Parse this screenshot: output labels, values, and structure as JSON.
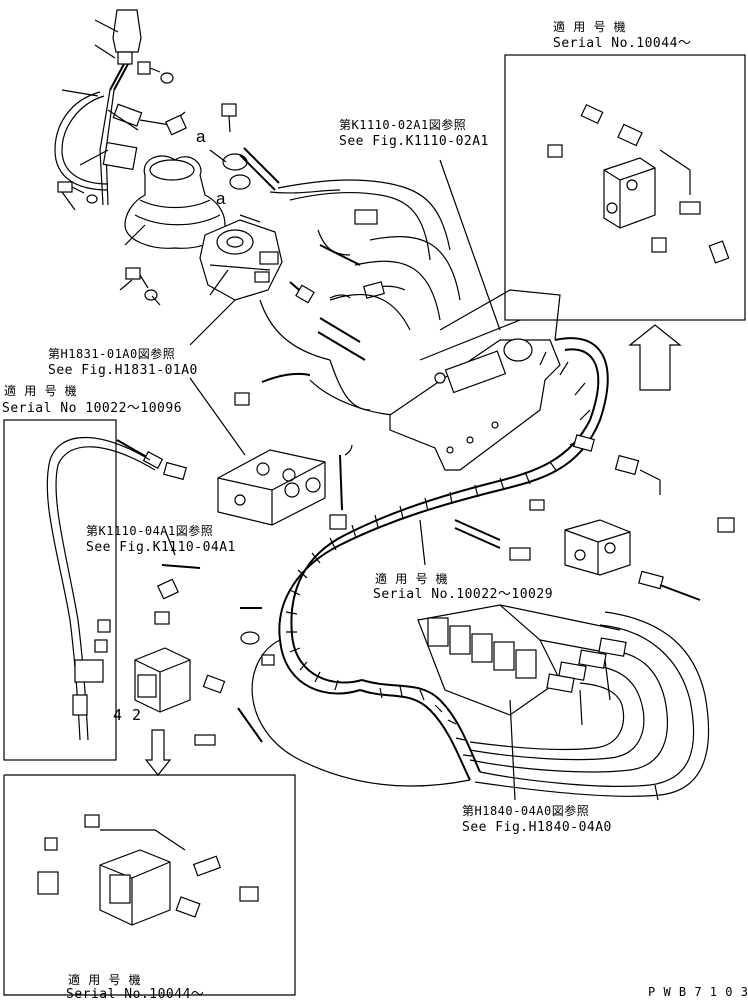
{
  "labels": {
    "serial_top_right_jp": "適 用 号 機",
    "serial_top_right": "Serial No.10044～",
    "ref_k1110_02_jp": "第K1110-02A1図参照",
    "ref_k1110_02": "See Fig.K1110-02A1",
    "ref_h1831_jp": "第H1831-01A0図参照",
    "ref_h1831": "See Fig.H1831-01A0",
    "serial_left_jp": "適 用 号 機",
    "serial_left": "Serial No 10022～10096",
    "ref_k1110_04_jp": "第K1110-04A1図参照",
    "ref_k1110_04": "See Fig.K1110-04A1",
    "serial_mid_jp": "適 用 号 機",
    "serial_mid": "Serial No.10022～10029",
    "callout_a1": "a",
    "callout_a2": "a",
    "callout_42": "4 2",
    "ref_h1840_jp": "第H1840-04A0図参照",
    "ref_h1840": "See Fig.H1840-04A0",
    "serial_bottom_jp": "適 用 号 機",
    "serial_bottom": "Serial No.10044～",
    "drawing_no": "P W B 7 1 0 3"
  }
}
